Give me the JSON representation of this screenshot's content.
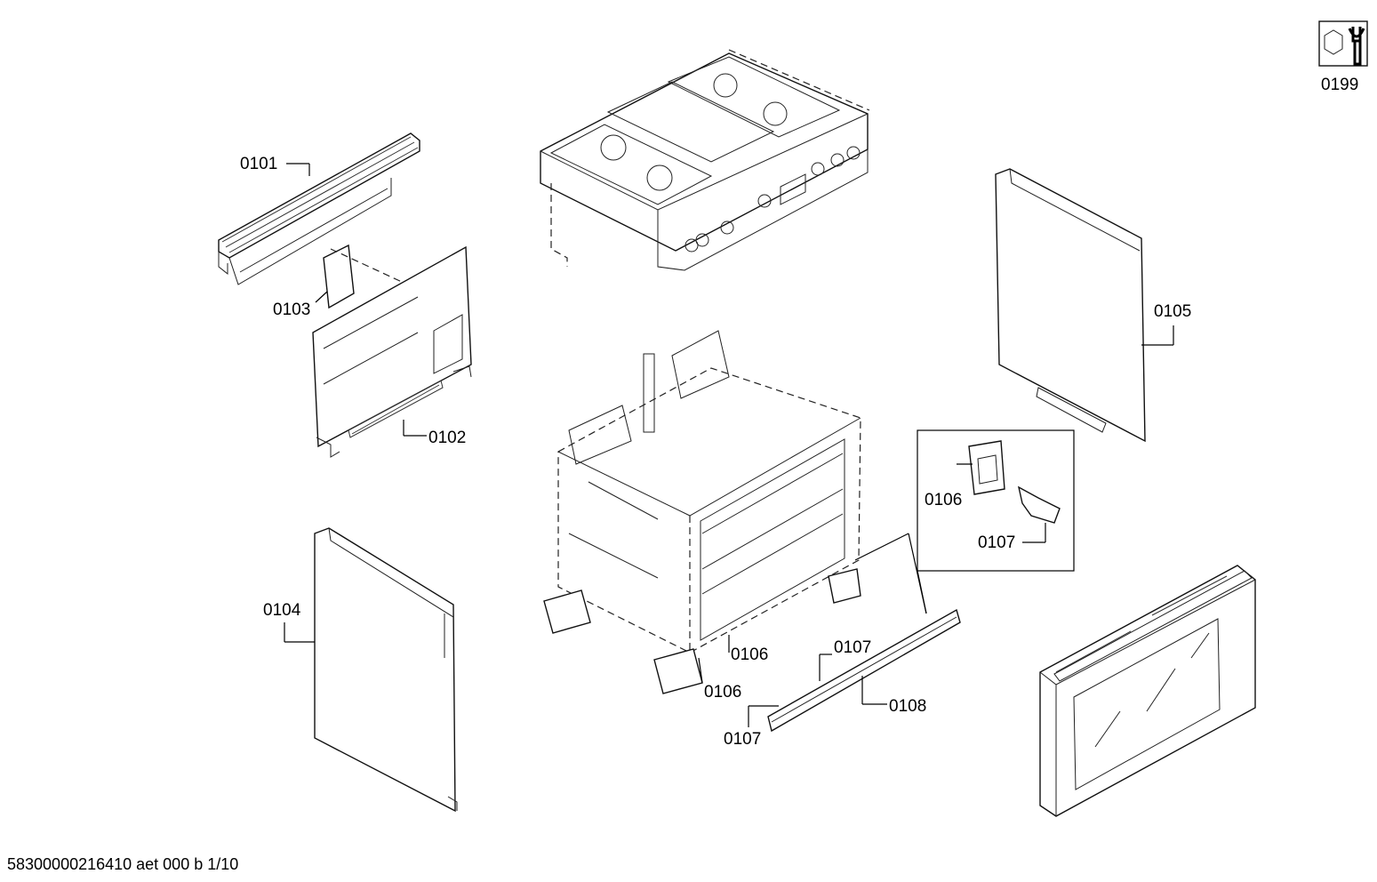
{
  "footer": {
    "doc_id": "58300000216410 aet 000 b 1/10"
  },
  "service_icon": {
    "icon": "nut-wrench-icon",
    "label": "0199"
  },
  "parts": {
    "p0101": "0101",
    "p0102": "0102",
    "p0103": "0103",
    "p0104": "0104",
    "p0105": "0105",
    "p0106_detail": "0106",
    "p0107_detail": "0107",
    "p0106_a": "0106",
    "p0106_b": "0106",
    "p0107_a": "0107",
    "p0107_b": "0107",
    "p0108": "0108"
  }
}
